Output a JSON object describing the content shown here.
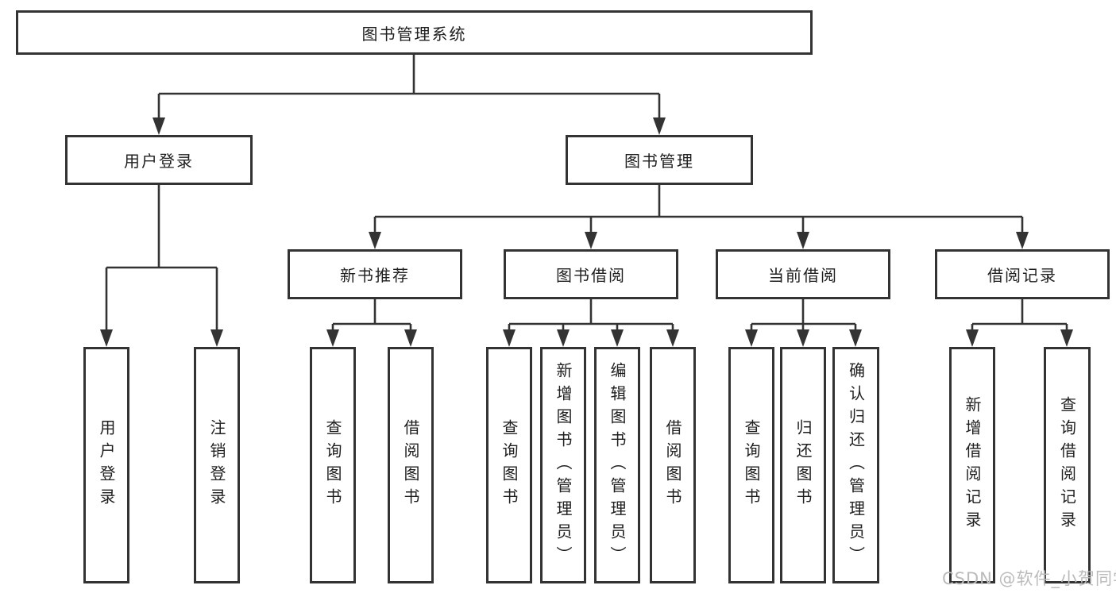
{
  "diagram": {
    "root": {
      "label": "图书管理系统"
    },
    "branches": [
      {
        "label": "用户登录",
        "children": [
          {
            "label": "用户登录"
          },
          {
            "label": "注销登录"
          }
        ]
      },
      {
        "label": "图书管理",
        "children": [
          {
            "label": "新书推荐",
            "children": [
              {
                "label": "查询图书"
              },
              {
                "label": "借阅图书"
              }
            ]
          },
          {
            "label": "图书借阅",
            "children": [
              {
                "label": "查询图书"
              },
              {
                "label": "新增图书（管理员）"
              },
              {
                "label": "编辑图书（管理员）"
              },
              {
                "label": "借阅图书"
              }
            ]
          },
          {
            "label": "当前借阅",
            "children": [
              {
                "label": "查询图书"
              },
              {
                "label": "归还图书"
              },
              {
                "label": "确认归还（管理员）"
              }
            ]
          },
          {
            "label": "借阅记录",
            "children": [
              {
                "label": "新增借阅记录"
              },
              {
                "label": "查询借阅记录"
              }
            ]
          }
        ]
      }
    ]
  },
  "watermark": {
    "text": "CSDN @软件_小贺同学"
  },
  "colors": {
    "box_border": "#333333",
    "connector_line": "#333333",
    "text": "#1f1f1f",
    "watermark": "#bbbbbb",
    "background": "#ffffff"
  }
}
